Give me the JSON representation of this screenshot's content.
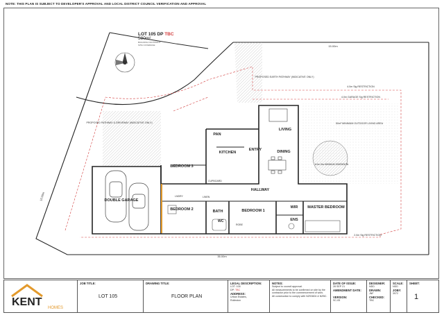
{
  "top_note": "NOTE: THIS PLAN IS SUBJECT TO DEVELOPER'S APPROVAL AND LOCAL DISTRICT COUNCIL VERIFICATION AND APPROVAL",
  "lot_box": {
    "lot_label": "LOT 105 DP",
    "lot_tbc": "TBC",
    "area": "580m²",
    "lines": [
      "BUILDING FOOTPRINT",
      "SITE COVERAGE"
    ],
    "right_lines": [
      "INDICATIVE",
      "OVER 70m2 OR REQUIRED"
    ]
  },
  "plan_labels": {
    "pathway_left": "PROPOSED PATHWAY & DRIVEWAY (INDICATIVE ONLY)",
    "pathway_right": "PROPOSED EARTH PATHWAY (INDICATIVE ONLY)",
    "outdoor_area": "50m² MINIMUM OUTDOOR LIVING AREA",
    "circle_label": "6.0m Dia MINIMUM DIMENSION",
    "boundary_top": "15.00m",
    "boundary_bottom": "35.00m",
    "boundary_left": "10.00m",
    "restriction_top": "4.0m Sig RESTRICTION",
    "restriction_garage": "4.0m GARAGE Sig RESTRICTION",
    "restriction_right": "2.0m Sig RESTRICTION",
    "tbc": "TBC"
  },
  "rooms": {
    "double_garage": "DOUBLE GARAGE",
    "bedroom3": "BEDROOM 3",
    "bedroom2": "BEDROOM 2",
    "bath": "BATH",
    "bedroom1": "BEDROOM 1",
    "wir": "WIR",
    "ens": "ENS",
    "master": "MASTER BEDROOM",
    "pan": "PAN",
    "kitchen": "KITCHEN",
    "living": "LIVING",
    "dining": "DINING",
    "entry": "ENTRY",
    "hallway": "HALLWAY",
    "lndry": "LNDRY",
    "cupboard": "CUPBOARD",
    "linen": "LINEN",
    "wc": "WC",
    "robe": "ROBE"
  },
  "title_block": {
    "job_title_head": "JOB TITLE:",
    "job_title": "LOT 105",
    "drawing_title_head": "DRAWING TITLE:",
    "drawing_title": "FLOOR PLAN",
    "legal_head": "LEGAL DESCRIPTION:",
    "legal_lot": "LOT: 105",
    "legal_dp": "DP:",
    "legal_tbc": "TBC",
    "address_head": "ADDRESS:",
    "address_line1": "Urban Estates,",
    "address_line2": "Rolleston",
    "notes_head": "NOTES:",
    "notes_line1": "Subject to council approval.",
    "notes_line2": "All measurements to be confirmed on site by the",
    "notes_line3": "contractor prior to the commencement of work.",
    "notes_line4": "All construction to comply with NZS3604 & NZBC.",
    "date_head": "DATE OF ISSUE:",
    "date_value": "28 SEP 21",
    "amendment_head": "AMENDMENT DATE:",
    "version_head": "VERSION:",
    "version_value": "SC-05",
    "designer_head": "DESIGNER:",
    "designer_value": "NDD",
    "drawn_head": "DRAWN:",
    "drawn_value": "JNF",
    "checked_head": "CHECKED:",
    "checked_value": "TBC",
    "scale_head": "SCALE:",
    "scale_value": "NDD",
    "job_no_head": "JOB#:",
    "job_no_value": "3972",
    "sheet_head": "SHEET:",
    "sheet_value": "1"
  },
  "logo": {
    "word1": "KENT",
    "word2": "HOMES"
  },
  "colors": {
    "red": "#d23b3b",
    "orange": "#e39a2c",
    "line": "#333333"
  }
}
